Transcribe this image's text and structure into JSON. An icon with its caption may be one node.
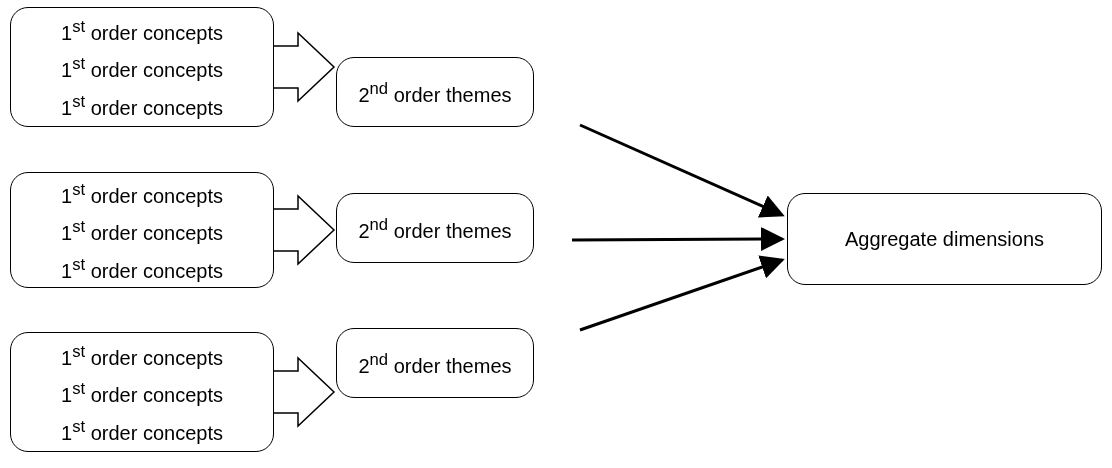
{
  "diagram": {
    "nodes": [
      {
        "text": [
          "1$^{st}$ order concepts",
          "1$^{st}$ order concepts",
          "1$^{st}$ order concepts"
        ]
      },
      {
        "text": [
          "1$^{st}$ order concepts",
          "1$^{st}$ order concepts",
          "1$^{st}$ order concepts"
        ]
      },
      {
        "text": [
          "1$^{st}$ order concepts",
          "1$^{st}$ order concepts",
          "1$^{st}$ order concepts"
        ]
      },
      {
        "text": [
          "2$^{nd}$ order themes"
        ]
      },
      {
        "text": [
          "2$^{nd}$ order themes"
        ]
      },
      {
        "text": [
          "2$^{nd}$ order themes"
        ]
      },
      {
        "text": [
          "Aggregate dimensions"
        ]
      }
    ],
    "edges": [
      {
        "from": 0,
        "to": 3,
        "arrow": "to",
        "style": "thick"
      },
      {
        "from": 1,
        "to": 4,
        "arrow": "to",
        "style": "thick"
      },
      {
        "from": 2,
        "to": 5,
        "arrow": "to",
        "style": "thick"
      },
      {
        "from": 3,
        "to": 6,
        "arrow": "to"
      },
      {
        "from": 4,
        "to": 6,
        "arrow": "to"
      },
      {
        "from": 5,
        "to": 6,
        "arrow": "to"
      }
    ]
  }
}
